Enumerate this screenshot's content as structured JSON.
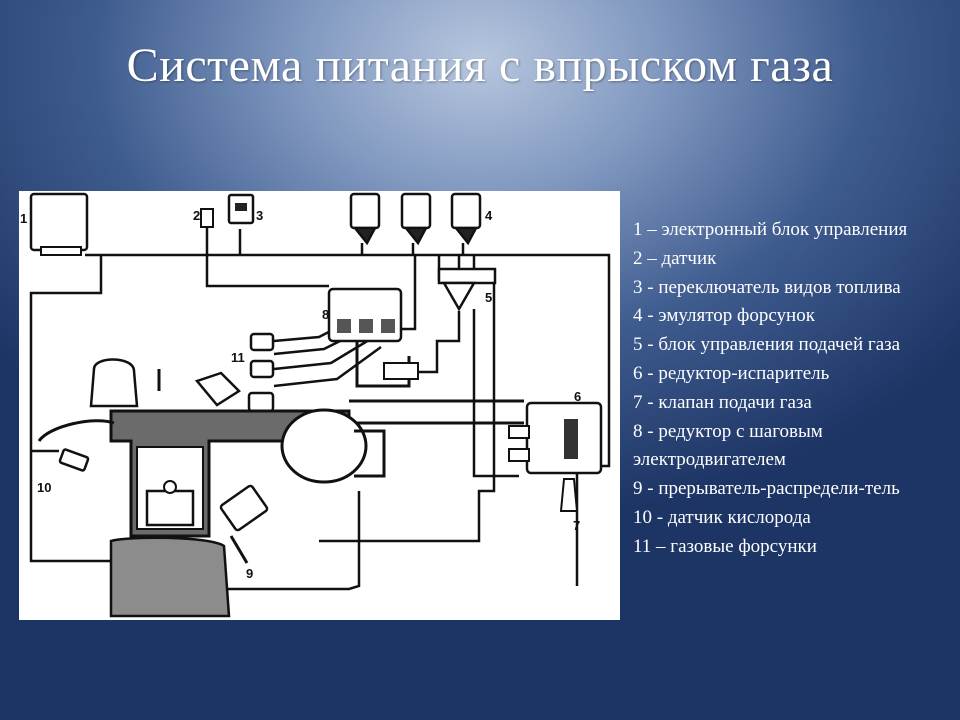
{
  "title": "Система питания с впрыском газа",
  "diagram": {
    "callouts": [
      "1",
      "2",
      "3",
      "4",
      "5",
      "6",
      "7",
      "8",
      "9",
      "10",
      "11"
    ]
  },
  "legend": [
    "1 – электронный блок управления",
    "2 – датчик",
    "3 - переключатель видов топлива",
    "4 - эмулятор форсунок",
    "5 - блок управления подачей газа",
    "6 - редуктор-испаритель",
    "7 - клапан подачи газа",
    "8 - редуктор с шаговым электродвигателем",
    "9 - прерыватель-распредели-тель",
    "10 -  датчик кислорода",
    "11 – газовые форсунки"
  ]
}
